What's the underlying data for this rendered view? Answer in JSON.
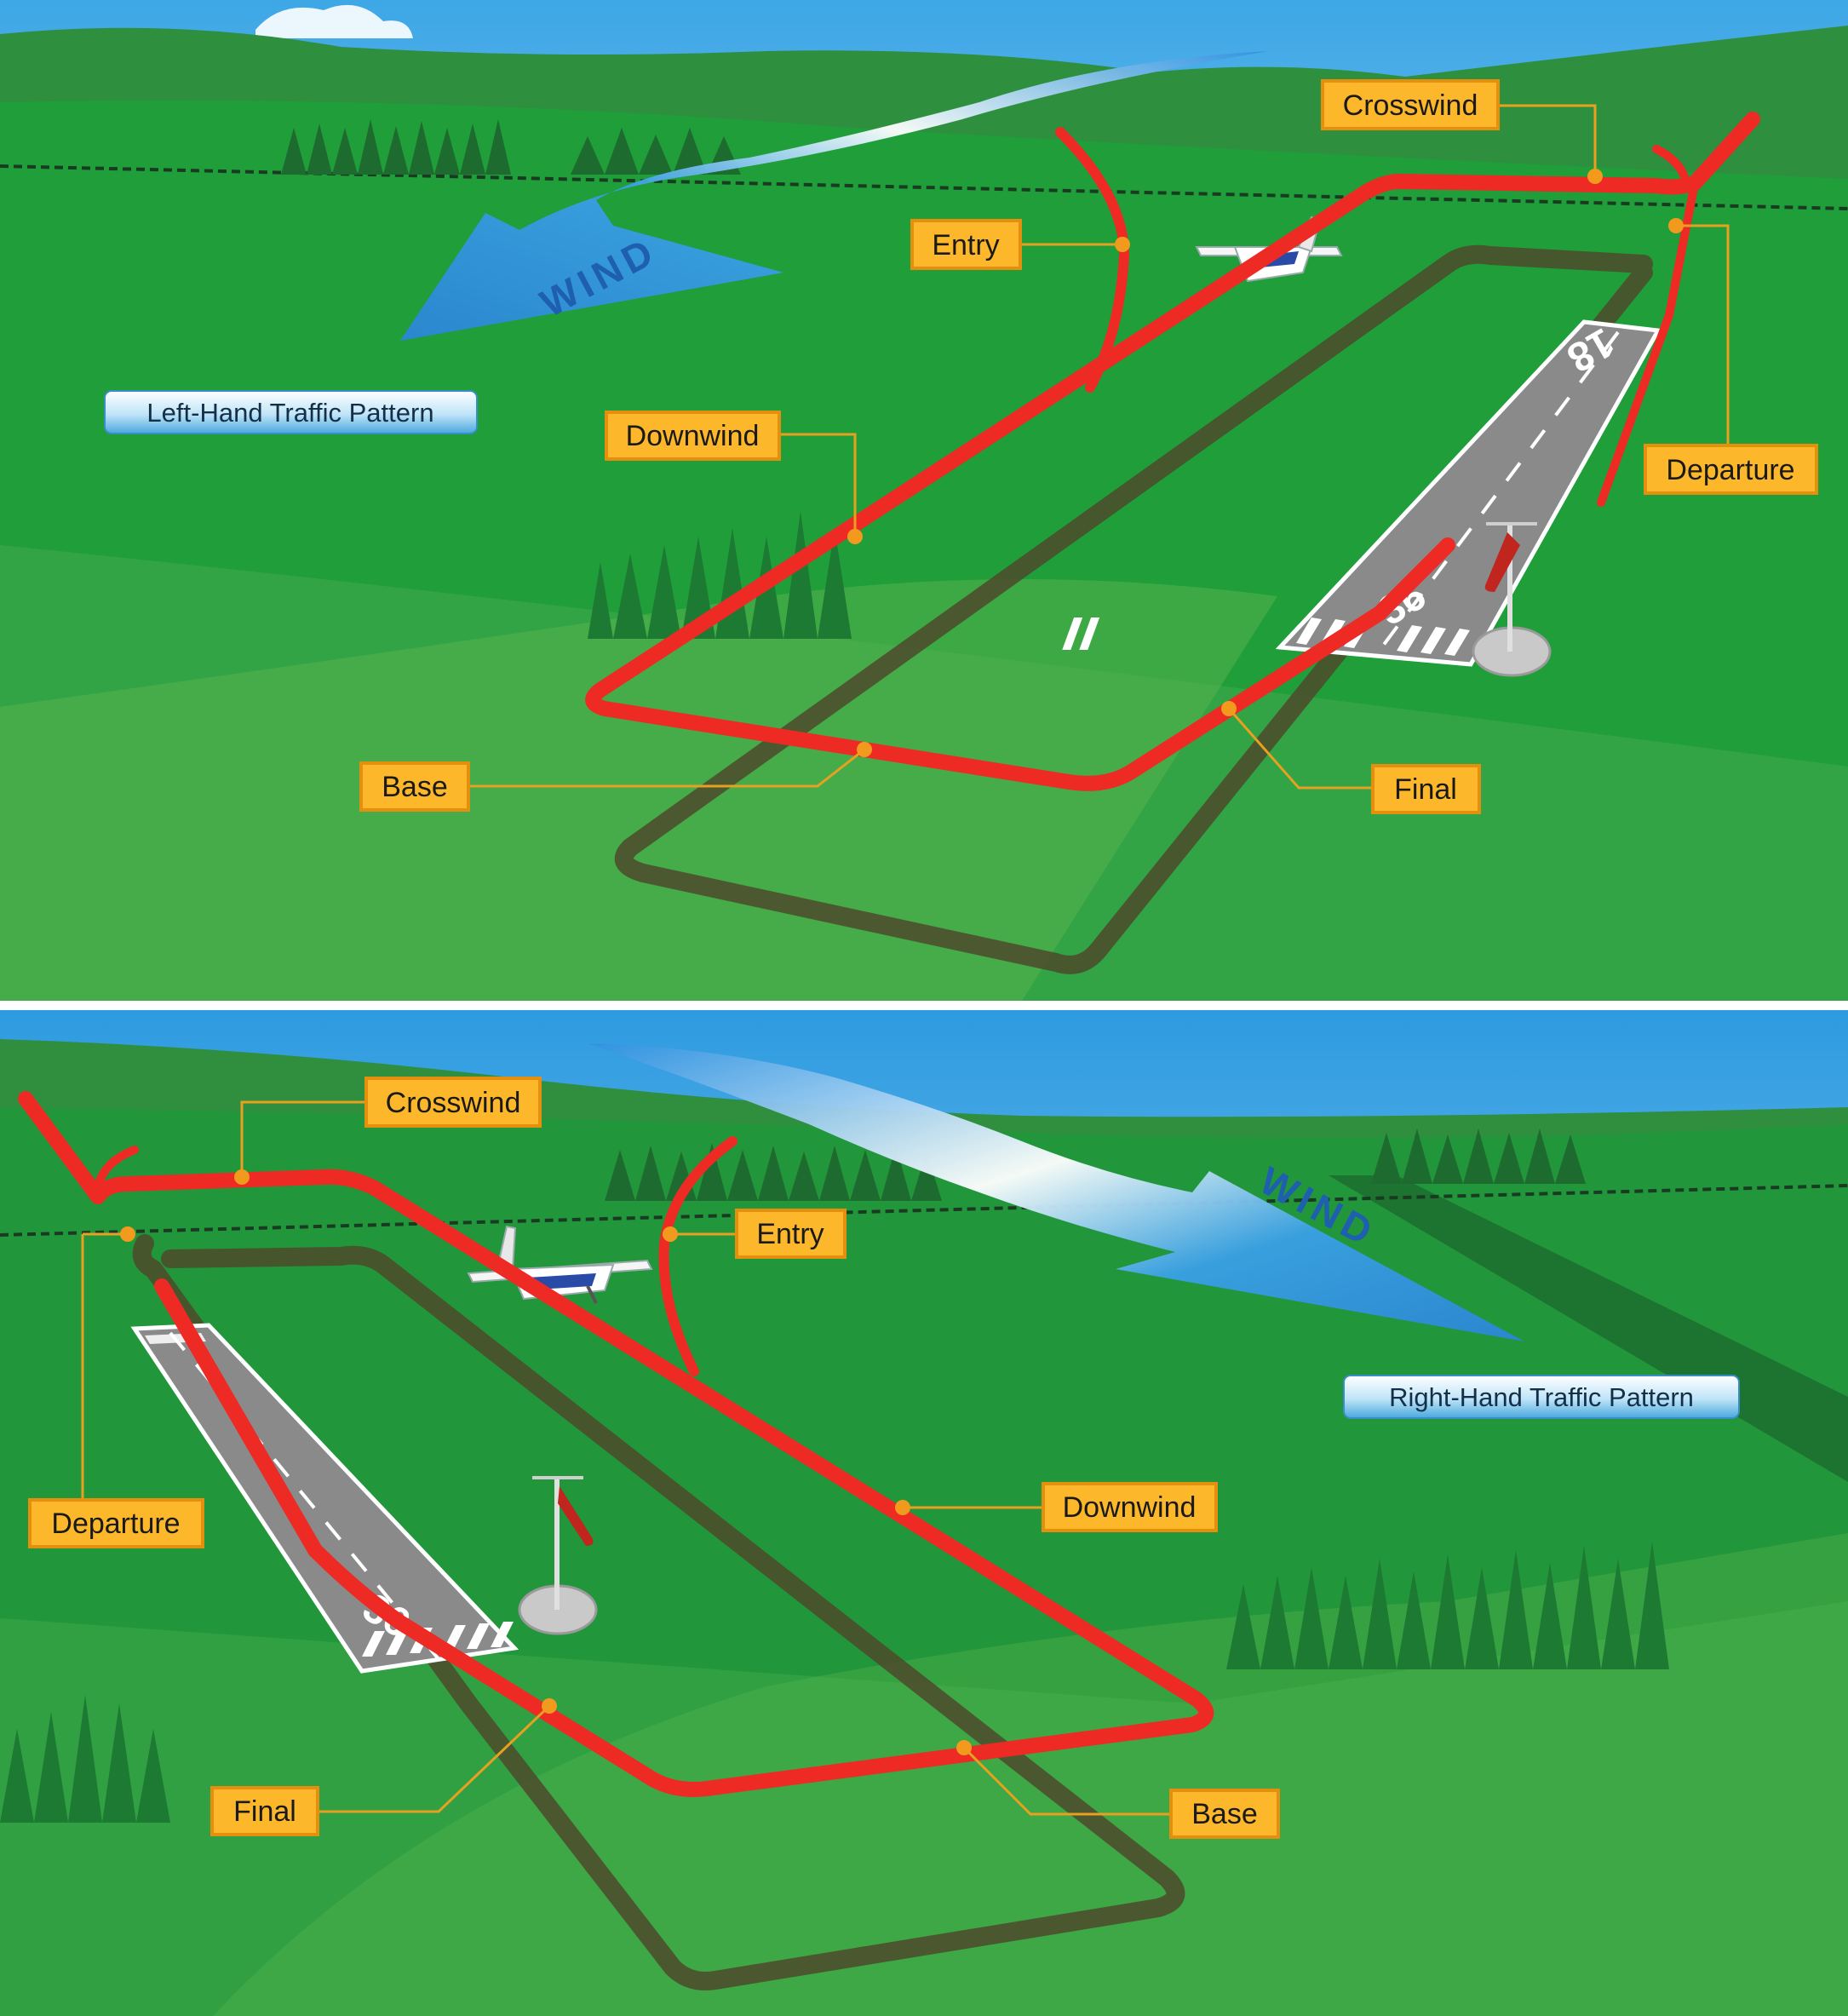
{
  "panels": [
    {
      "id": "left",
      "title": "Left-Hand Traffic Pattern",
      "wind_label": "WIND",
      "runway_number": "36",
      "runway_far_number": "18",
      "labels": {
        "crosswind": "Crosswind",
        "entry": "Entry",
        "downwind": "Downwind",
        "departure": "Departure",
        "base": "Base",
        "final": "Final"
      }
    },
    {
      "id": "right",
      "title": "Right-Hand Traffic Pattern",
      "wind_label": "WIND",
      "runway_number": "36",
      "labels": {
        "crosswind": "Crosswind",
        "entry": "Entry",
        "downwind": "Downwind",
        "departure": "Departure",
        "base": "Base",
        "final": "Final"
      }
    }
  ],
  "colors": {
    "pattern": "#ee2a24",
    "label_fill": "#fcb72a",
    "title_fill": "#7ec8f0",
    "wind": "#2a8fe0",
    "runway": "#8a8a8a",
    "sky": "#8fd0f4"
  }
}
